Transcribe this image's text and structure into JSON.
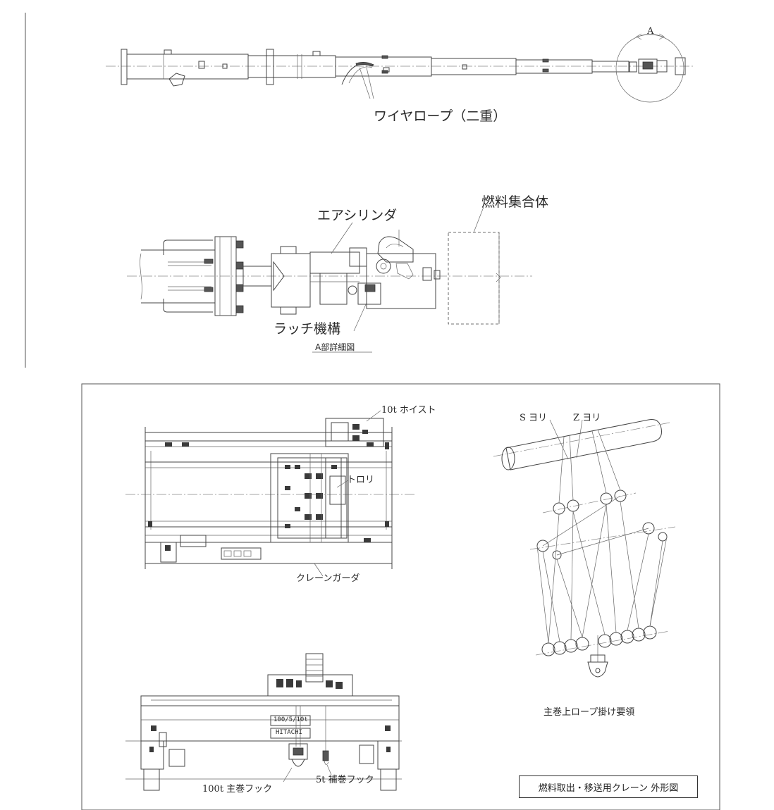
{
  "top": {
    "detail_marker": "A",
    "wire_rope_label": "ワイヤロープ（二重）",
    "fuel_assembly_label": "燃料集合体",
    "air_cylinder_label": "エアシリンダ",
    "latch_label": "ラッチ機構",
    "detail_caption": "A部詳細図"
  },
  "crane": {
    "hoist_label": "10t ホイスト",
    "trolley_label": "トロリ",
    "girder_label": "クレーンガーダ",
    "main_hook_label": "100t 主巻フック",
    "aux_hook_label": "5t 補巻フック",
    "nameplate_capacity": "100/5/10t",
    "nameplate_maker": "HITACHI"
  },
  "rope": {
    "s_twist_label": "S ヨリ",
    "z_twist_label": "Z ヨリ",
    "caption": "主巻上ロープ掛け要領"
  },
  "title_block": {
    "title": "燃料取出・移送用クレーン 外形図"
  }
}
